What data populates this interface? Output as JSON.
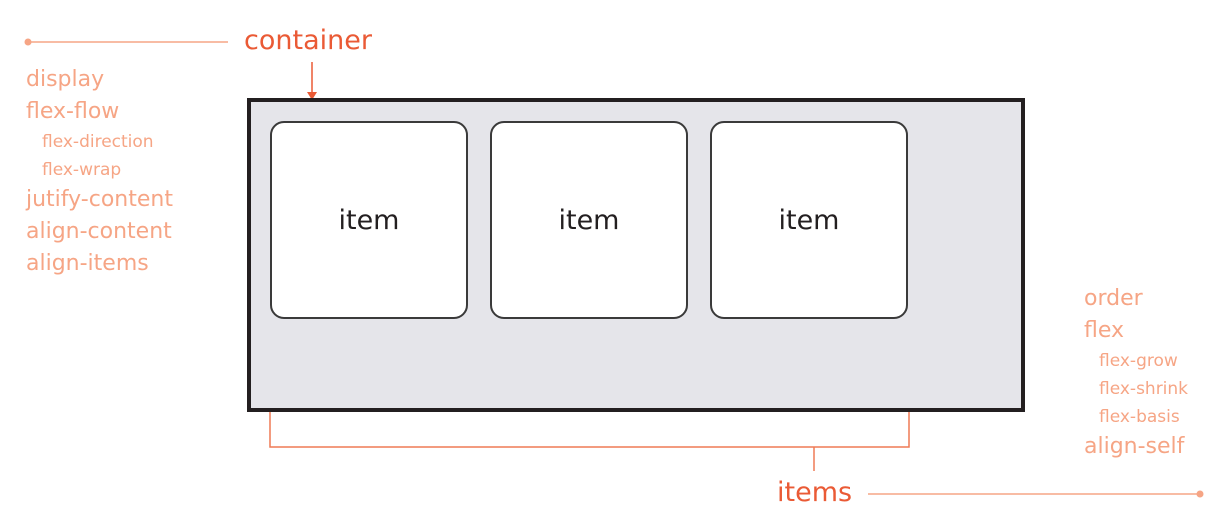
{
  "container": {
    "heading": "container",
    "items": [
      "item",
      "item",
      "item"
    ]
  },
  "container_properties": [
    {
      "label": "display",
      "level": "main"
    },
    {
      "label": "flex-flow",
      "level": "main"
    },
    {
      "label": "flex-direction",
      "level": "sub"
    },
    {
      "label": "flex-wrap",
      "level": "sub"
    },
    {
      "label": "jutify-content",
      "level": "main"
    },
    {
      "label": "align-content",
      "level": "main"
    },
    {
      "label": "align-items",
      "level": "main"
    }
  ],
  "items_heading": "items",
  "item_properties": [
    {
      "label": "order",
      "level": "main"
    },
    {
      "label": "flex",
      "level": "main"
    },
    {
      "label": "flex-grow",
      "level": "sub"
    },
    {
      "label": "flex-shrink",
      "level": "sub"
    },
    {
      "label": "flex-basis",
      "level": "sub"
    },
    {
      "label": "align-self",
      "level": "main"
    }
  ],
  "colors": {
    "heading": "#ea5a35",
    "property": "#f6a585",
    "connector": "#ef7a55",
    "container_fill": "#e5e5ea",
    "container_border": "#231f20"
  }
}
